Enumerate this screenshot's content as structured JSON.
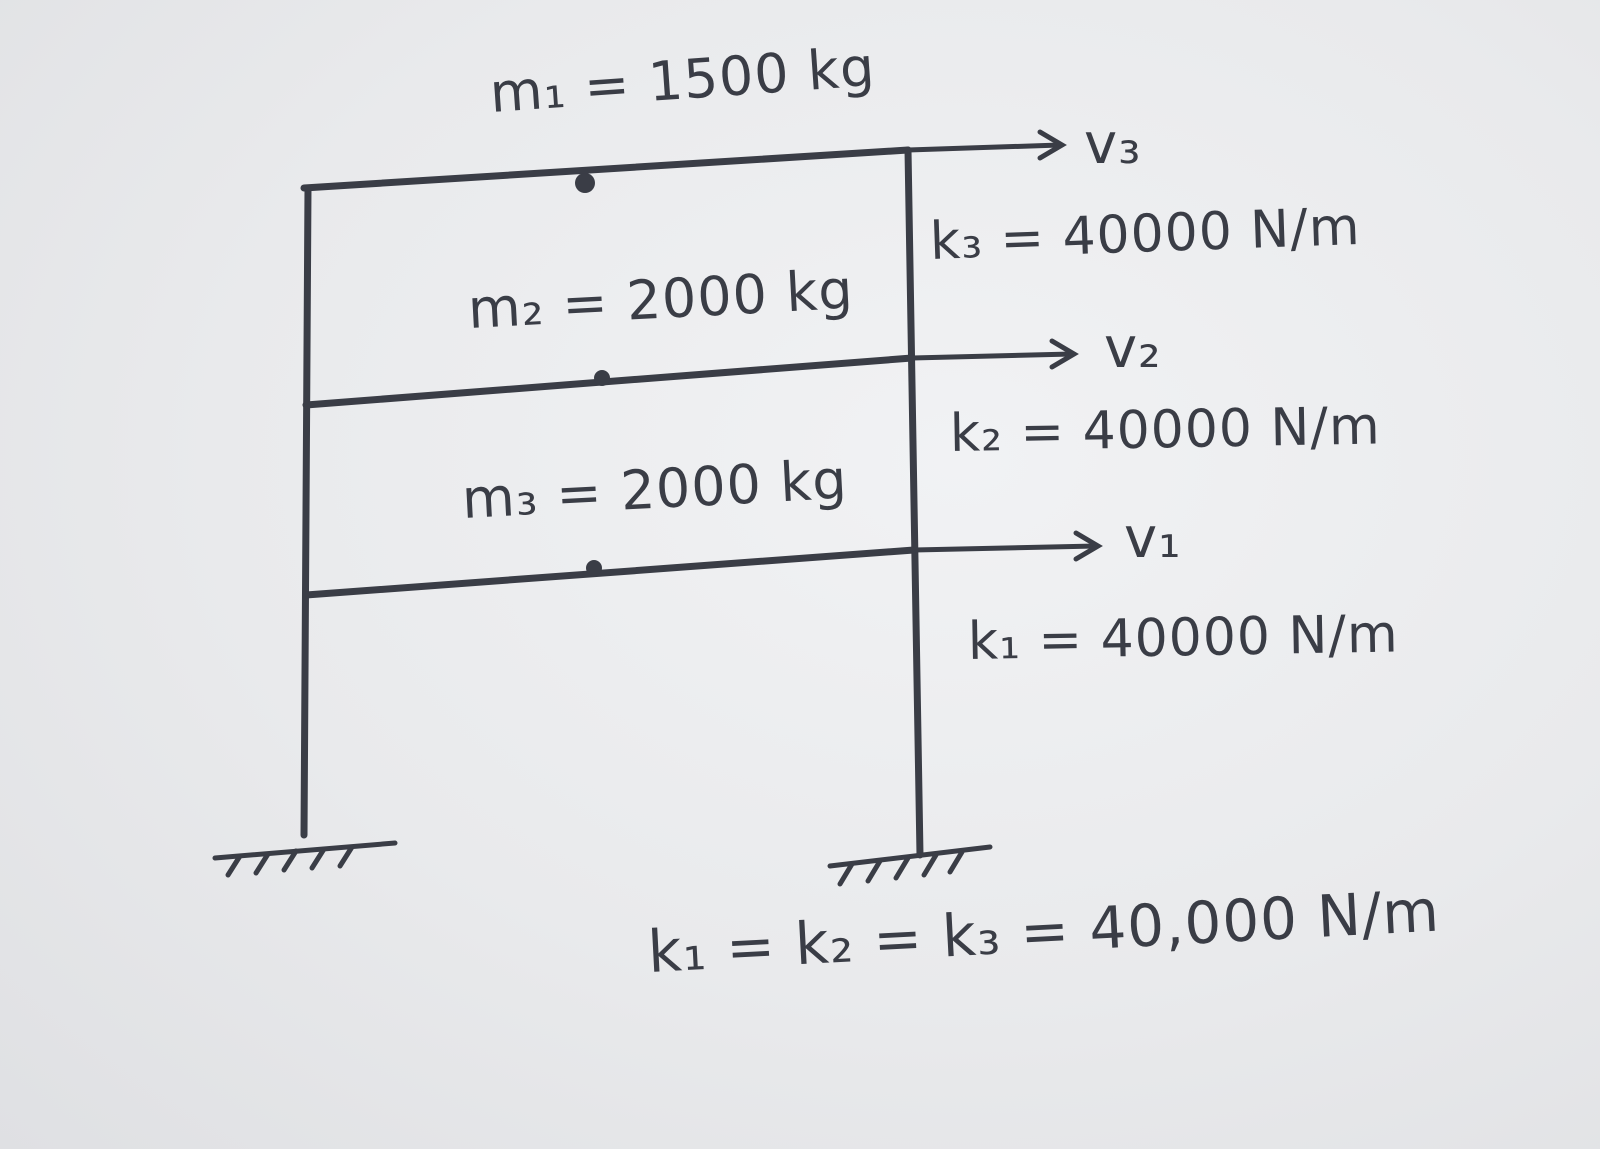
{
  "masses": [
    {
      "label": "m₁ = 1500 kg"
    },
    {
      "label": "m₂ = 2000 kg"
    },
    {
      "label": "m₃ = 2000 kg"
    }
  ],
  "stiffness": [
    {
      "label": "k₃ = 40000 N/m"
    },
    {
      "label": "k₂ = 40000 N/m"
    },
    {
      "label": "k₁ = 40000 N/m"
    }
  ],
  "displacements": [
    {
      "label": "v₃"
    },
    {
      "label": "v₂"
    },
    {
      "label": "v₁"
    }
  ],
  "equality": "k₁ = k₂ = k₃ = 40,000 N/m",
  "colors": {
    "ink": "#3a3d46",
    "paper": "#eceef0"
  }
}
